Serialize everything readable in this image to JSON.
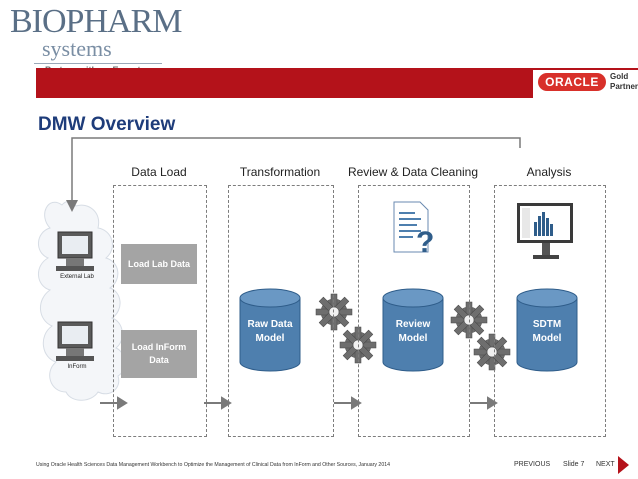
{
  "header": {
    "brand_line1": "BIOPHARM",
    "brand_line2": "systems",
    "tagline": "Partner with an Expert",
    "partner_logo": "ORACLE",
    "partner_level_1": "Gold",
    "partner_level_2": "Partner"
  },
  "slide": {
    "title": "DMW Overview"
  },
  "diagram": {
    "stages": [
      {
        "label": "Data Load"
      },
      {
        "label": "Transformation"
      },
      {
        "label": "Review & Data Cleaning"
      },
      {
        "label": "Analysis"
      }
    ],
    "sources": {
      "external_lab": "External Lab",
      "inform": "InForm"
    },
    "load_boxes": {
      "lab_data": "Load Lab Data",
      "inform_line1": "Load InForm",
      "inform_line2": "Data"
    },
    "cylinders": {
      "raw_line1": "Raw Data",
      "raw_line2": "Model",
      "review_line1": "Review",
      "review_line2": "Model",
      "sdtm_line1": "SDTM",
      "sdtm_line2": "Model"
    },
    "colors": {
      "cylinder": "#4e7fae",
      "gray_box": "#a4a4a4",
      "gear": "#6a6a6a"
    }
  },
  "footer": {
    "caption": "Using Oracle Health Sciences Data Management Workbench to Optimize the Management of Clinical Data from InForm and Other Sources, January 2014",
    "previous": "PREVIOUS",
    "slide_label": "Slide 7",
    "next": "NEXT"
  }
}
